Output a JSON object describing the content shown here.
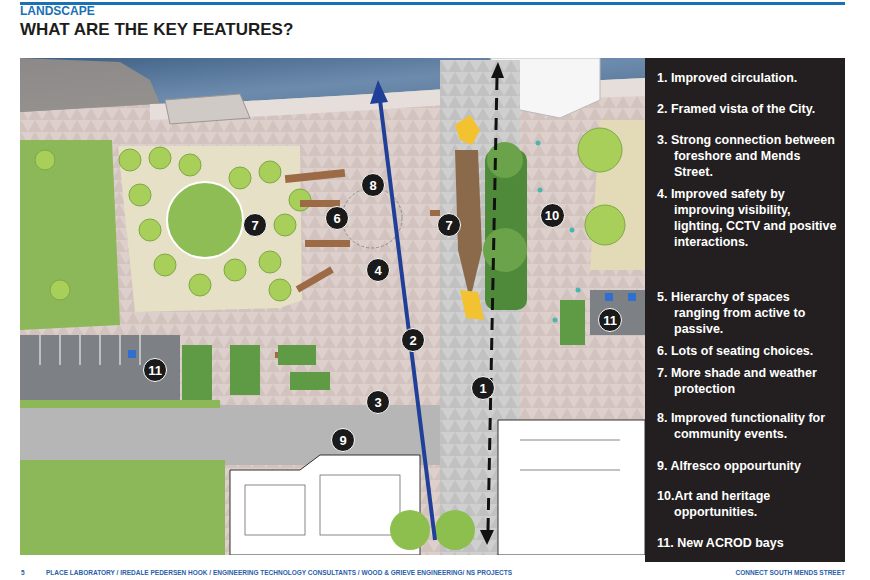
{
  "diagram": {
    "title": "WHAT ARE THE KEY FEATURES?",
    "nodes": [
      {
        "text": [
          "8"
        ]
      },
      {
        "text": [
          "7"
        ]
      },
      {
        "text": [
          "6"
        ]
      },
      {
        "text": [
          "7"
        ]
      },
      {
        "text": [
          "10"
        ]
      },
      {
        "text": [
          "4"
        ]
      },
      {
        "text": [
          "11"
        ]
      },
      {
        "text": [
          "2"
        ]
      },
      {
        "text": [
          "11"
        ]
      },
      {
        "text": [
          "1"
        ]
      },
      {
        "text": [
          "3"
        ]
      },
      {
        "text": [
          "9"
        ]
      },
      {
        "text": [
          "1. Improved circulation.",
          "2. Framed vista of the City.",
          "3. Strong connection between foreshore and Mends Street.",
          "4. Improved safety by improving visibility, lighting, CCTV and positive interactions.",
          "5. Hierarchy of spaces ranging from active to passive.",
          "6. Lots of seating choices.",
          "7. More shade and weather protection",
          "8. Improved functionality for community events.",
          "9. Alfresco oppourtunity",
          "10.Art and heritage opportunities.",
          "11. New ACROD bays"
        ]
      }
    ],
    "labels": [
      "LANDSCAPE",
      "5",
      "PLACE LABORATORY / IREDALE PEDERSEN HOOK / ENGINEERING TECHNOLOGY CONSULTANTS / WOOD & GRIEVE ENGINEERING/ NS PROJECTS",
      "CONNECT SOUTH MENDS STREET"
    ]
  }
}
